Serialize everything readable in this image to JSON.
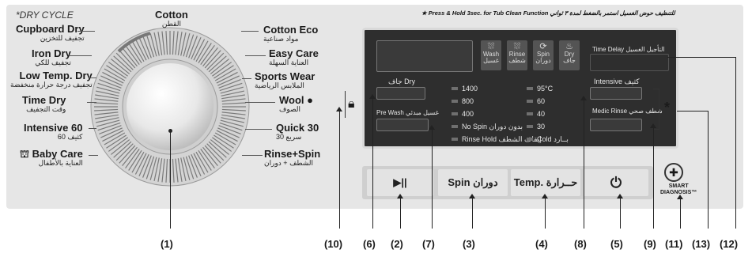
{
  "header": {
    "dry_cycle": "*DRY CYCLE",
    "press_hold": "★ Press & Hold 3sec. for Tub Clean Function للتنظيف حوض الغسيل استمر بالضغط لمدة ٣ ثواني"
  },
  "programs_left": [
    {
      "en": "Cupboard Dry",
      "ar": "تجفيف للتخزين"
    },
    {
      "en": "Iron Dry",
      "ar": "تجفيف للكي"
    },
    {
      "en": "Low Temp. Dry",
      "ar": "تجفيف درجة حرارة منخفضة"
    },
    {
      "en": "Time Dry",
      "ar": "وقت التجفيف"
    },
    {
      "en": "Intensive 60",
      "ar": "كثيف 60"
    },
    {
      "en": "Baby Care",
      "ar": "العناية بالأطفال"
    }
  ],
  "program_top": {
    "en": "Cotton",
    "ar": "القطن"
  },
  "programs_right": [
    {
      "en": "Cotton Eco",
      "ar": "مواد صناعية"
    },
    {
      "en": "Easy Care",
      "ar": "العناية السهلة"
    },
    {
      "en": "Sports Wear",
      "ar": "الملابس الرياضية"
    },
    {
      "en": "Wool",
      "ar": "الصوف"
    },
    {
      "en": "Quick 30",
      "ar": "سريع 30"
    },
    {
      "en": "Rinse+Spin",
      "ar": "الشطف + دوران"
    }
  ],
  "display": {
    "status_icons": [
      {
        "en": "Wash",
        "ar": "غسيل",
        "icon": "wash-tub-icon"
      },
      {
        "en": "Rinse",
        "ar": "شطف",
        "icon": "rinse-tub-icon"
      },
      {
        "en": "Spin",
        "ar": "دوران",
        "icon": "spin-icon"
      },
      {
        "en": "Dry",
        "ar": "جاف",
        "icon": "dry-icon"
      }
    ],
    "time_delay": "Time Delay التأجيل الغسيل",
    "dry": "جاف Dry",
    "pre_wash": "Pre Wash غسيل مبدئي",
    "spin_options": [
      "1400",
      "800",
      "400",
      "No Spin بدون دوران",
      "Rinse Hold إيقاف الشطف"
    ],
    "temp_options": [
      "95°C",
      "60",
      "40",
      "30",
      "Cold بــارد"
    ],
    "intensive": "Intensive كثيف",
    "medic_rinse": "Medic Rinse شطف صحي"
  },
  "buttons": {
    "play_pause": "▶||",
    "spin": "Spin دوران",
    "temp": "Temp. حــرارة",
    "power": "⏻"
  },
  "smart": {
    "line1": "SMART",
    "line2": "DIAGNOSIS™"
  },
  "callouts": [
    "(1)",
    "(10)",
    "(6)",
    "(2)",
    "(7)",
    "(3)",
    "(4)",
    "(8)",
    "(5)",
    "(9)",
    "(11)",
    "(13)",
    "(12)"
  ]
}
